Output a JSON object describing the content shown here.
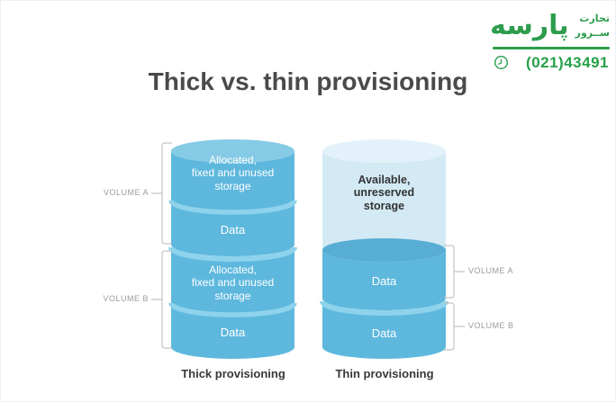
{
  "logo": {
    "brand_main": "پارسه",
    "sub_top": "تجارت",
    "sub_bottom": "ســرور",
    "phone": "(021)43491",
    "green": "#2d9c4c"
  },
  "title": "Thick vs. thin provisioning",
  "diagram": {
    "colors": {
      "cylinder_blue": "#5eb8dd",
      "cylinder_top": "#86cbe5",
      "seam": "#8ed3ec",
      "pale_blue": "#d3eaf5",
      "pale_top": "#e3f2fa",
      "data_top_ellipse": "#57add3",
      "bracket": "#c4c4c4"
    },
    "left": {
      "caption": "Thick provisioning",
      "volume_a_label": "VOLUME A",
      "volume_b_label": "VOLUME B",
      "segments": [
        {
          "label": "Allocated,\nfixed and unused\nstorage"
        },
        {
          "label": "Data"
        },
        {
          "label": "Allocated,\nfixed and unused\nstorage"
        },
        {
          "label": "Data"
        }
      ]
    },
    "right": {
      "caption": "Thin provisioning",
      "volume_a_label": "VOLUME A",
      "volume_b_label": "VOLUME B",
      "segments": [
        {
          "label": "Available,\nunreserved\nstorage"
        },
        {
          "label": "Data"
        },
        {
          "label": "Data"
        }
      ]
    }
  }
}
